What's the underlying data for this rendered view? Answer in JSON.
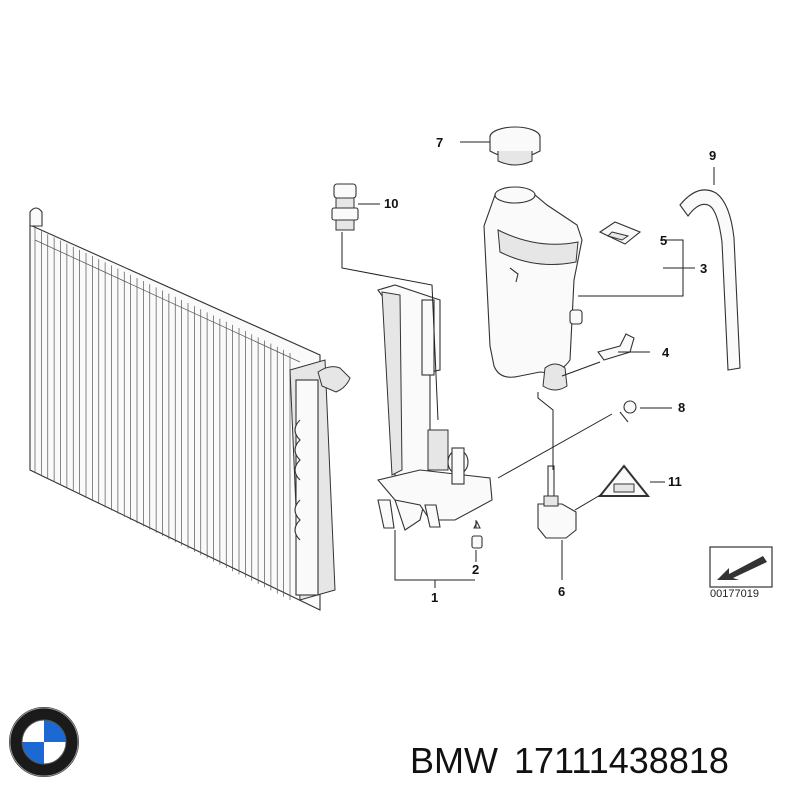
{
  "diagram": {
    "callouts": {
      "c1": "1",
      "c2": "2",
      "c3": "3",
      "c4": "4",
      "c5": "5",
      "c6": "6",
      "c7": "7",
      "c8": "8",
      "c9": "9",
      "c10": "10",
      "c11": "11"
    },
    "reference_number": "00177019",
    "icons": {
      "reference": "arrow-pointing-down-left-icon",
      "warning": "triangle-warning-sign-icon",
      "logo": "bmw-roundel-logo"
    }
  },
  "caption": {
    "brand": "BMW",
    "part_number": "17111438818"
  },
  "colors": {
    "logo_blue": "#1c69d4",
    "logo_ring": "#1a1a1a",
    "line": "#222222"
  }
}
